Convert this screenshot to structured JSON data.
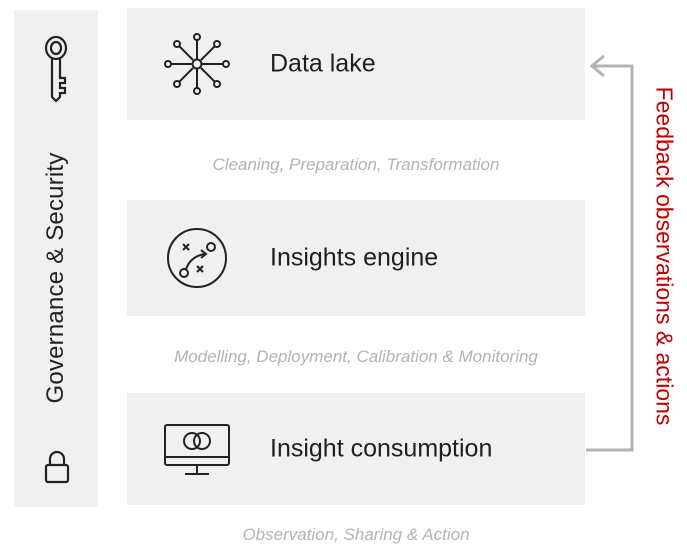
{
  "sidebar": {
    "label": "Governance & Security"
  },
  "boxes": [
    {
      "label": "Data lake",
      "icon": "network-hub-icon"
    },
    {
      "label": "Insights engine",
      "icon": "strategy-play-icon"
    },
    {
      "label": "Insight consumption",
      "icon": "monitor-icon"
    }
  ],
  "steps": [
    "Cleaning, Preparation, Transformation",
    "Modelling, Deployment, Calibration & Monitoring",
    "Observation, Sharing & Action"
  ],
  "feedback": {
    "label": "Feedback observations & actions"
  },
  "colors": {
    "panel": "#f0f0f0",
    "feedback_text": "#c00000",
    "arrow": "#b3b3b3",
    "step_text": "#b3b3b3"
  }
}
